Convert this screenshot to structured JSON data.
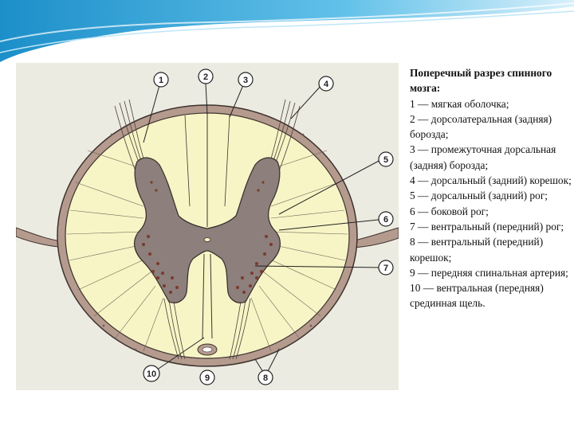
{
  "caption": {
    "title": "Поперечный разрез спинного мозга:",
    "items": [
      "1 — мягкая оболочка;",
      "2 — дорсолатеральная (задняя) борозда;",
      "3 — промежуточная дорсальная (задняя) борозда;",
      "4 — дорсальный (задний) корешок;",
      "5 — дорсальный (задний) рог;",
      "6 — боковой рог;",
      "7 — вентральный (передний) рог;",
      "8 — вентральный (передний) корешок;",
      "9 — передняя спинальная артерия;",
      "10 — вентральная (передняя) срединная щель."
    ]
  },
  "figure": {
    "callouts": [
      "1",
      "2",
      "3",
      "4",
      "5",
      "6",
      "7",
      "8",
      "9",
      "10"
    ]
  },
  "colors": {
    "white_matter": "#f7f5c6",
    "grey_matter": "#8d7f7c",
    "membrane": "#b59a8e",
    "panel": "#ecebe1",
    "header_blue": "#3aa6d8"
  }
}
